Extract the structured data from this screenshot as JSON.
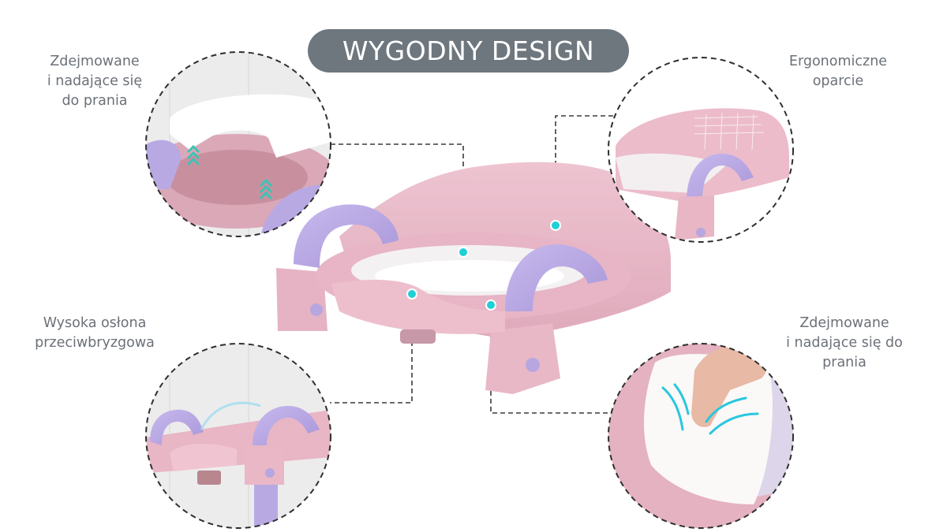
{
  "header": {
    "title": "WYGODNY DESIGN"
  },
  "callouts": [
    {
      "id": "top-left",
      "label": "Zdejmowane\ni nadające się\ndo prania"
    },
    {
      "id": "top-right",
      "label": "Ergonomiczne\noparcie"
    },
    {
      "id": "bottom-left",
      "label": "Wysoka osłona\nprzeciwbryzgowa"
    },
    {
      "id": "bottom-right",
      "label": "Zdejmowane\ni nadające się do\nprania"
    }
  ],
  "colors": {
    "pill": "#6e767e",
    "pink": "#e9b9c8",
    "pink_dark": "#d9a3b4",
    "lavender": "#b9a9e3",
    "white_insert": "#f3f1f2",
    "marker": "#1fd0d6",
    "dash": "#3a3a3a",
    "text": "#6b7178",
    "arrow": "#3ec3b4"
  }
}
